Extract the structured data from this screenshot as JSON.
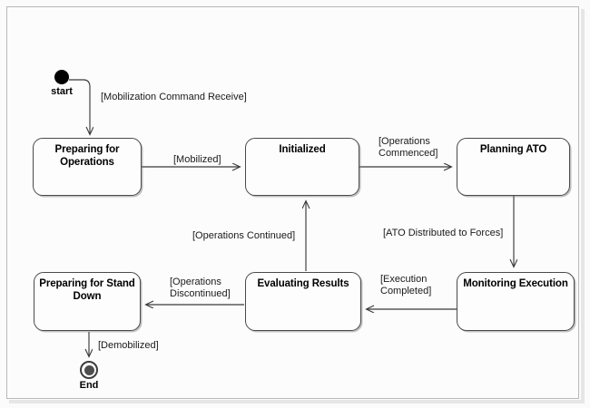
{
  "diagram": {
    "type": "uml-state-machine",
    "background_color": "#fbfbfb",
    "frame_border_color": "#b9b9b9",
    "state_border_color": "#4a4a4a",
    "text_color": "#000000"
  },
  "pseudostates": {
    "start": {
      "label": "start",
      "kind": "initial"
    },
    "end": {
      "label": "End",
      "kind": "final"
    }
  },
  "states": [
    {
      "id": "preparing_for_operations",
      "label": "Preparing for\nOperations",
      "line1": "Preparing for",
      "line2": "Operations"
    },
    {
      "id": "initialized",
      "label": "Initialized",
      "line1": "Initialized",
      "line2": ""
    },
    {
      "id": "planning_ato",
      "label": "Planning ATO",
      "line1": "Planning ATO",
      "line2": ""
    },
    {
      "id": "monitoring_execution",
      "label": "Monitoring Execution",
      "line1": "Monitoring Execution",
      "line2": ""
    },
    {
      "id": "evaluating_results",
      "label": "Evaluating Results",
      "line1": "Evaluating Results",
      "line2": ""
    },
    {
      "id": "preparing_for_stand_down",
      "label": "Preparing for Stand\nDown",
      "line1": "Preparing for Stand",
      "line2": "Down"
    }
  ],
  "transitions": [
    {
      "id": "t1",
      "from": "start",
      "to": "preparing_for_operations",
      "guard": "[Mobilization Command Receive]",
      "guard_line1": "[Mobilization Command Receive]",
      "guard_line2": ""
    },
    {
      "id": "t2",
      "from": "preparing_for_operations",
      "to": "initialized",
      "guard": "[Mobilized]",
      "guard_line1": "[Mobilized]",
      "guard_line2": ""
    },
    {
      "id": "t3",
      "from": "initialized",
      "to": "planning_ato",
      "guard": "[Operations Commenced]",
      "guard_line1": "[Operations",
      "guard_line2": "Commenced]"
    },
    {
      "id": "t4",
      "from": "planning_ato",
      "to": "monitoring_execution",
      "guard": "[ATO Distributed to Forces]",
      "guard_line1": "[ATO Distributed to Forces]",
      "guard_line2": ""
    },
    {
      "id": "t5",
      "from": "monitoring_execution",
      "to": "evaluating_results",
      "guard": "[Execution Completed]",
      "guard_line1": "[Execution",
      "guard_line2": "Completed]"
    },
    {
      "id": "t6",
      "from": "evaluating_results",
      "to": "initialized",
      "guard": "[Operations Continued]",
      "guard_line1": "[Operations Continued]",
      "guard_line2": ""
    },
    {
      "id": "t7",
      "from": "evaluating_results",
      "to": "preparing_for_stand_down",
      "guard": "[Operations Discontinued]",
      "guard_line1": "[Operations",
      "guard_line2": "Discontinued]"
    },
    {
      "id": "t8",
      "from": "preparing_for_stand_down",
      "to": "end",
      "guard": "[Demobilized]",
      "guard_line1": "[Demobilized]",
      "guard_line2": ""
    }
  ]
}
